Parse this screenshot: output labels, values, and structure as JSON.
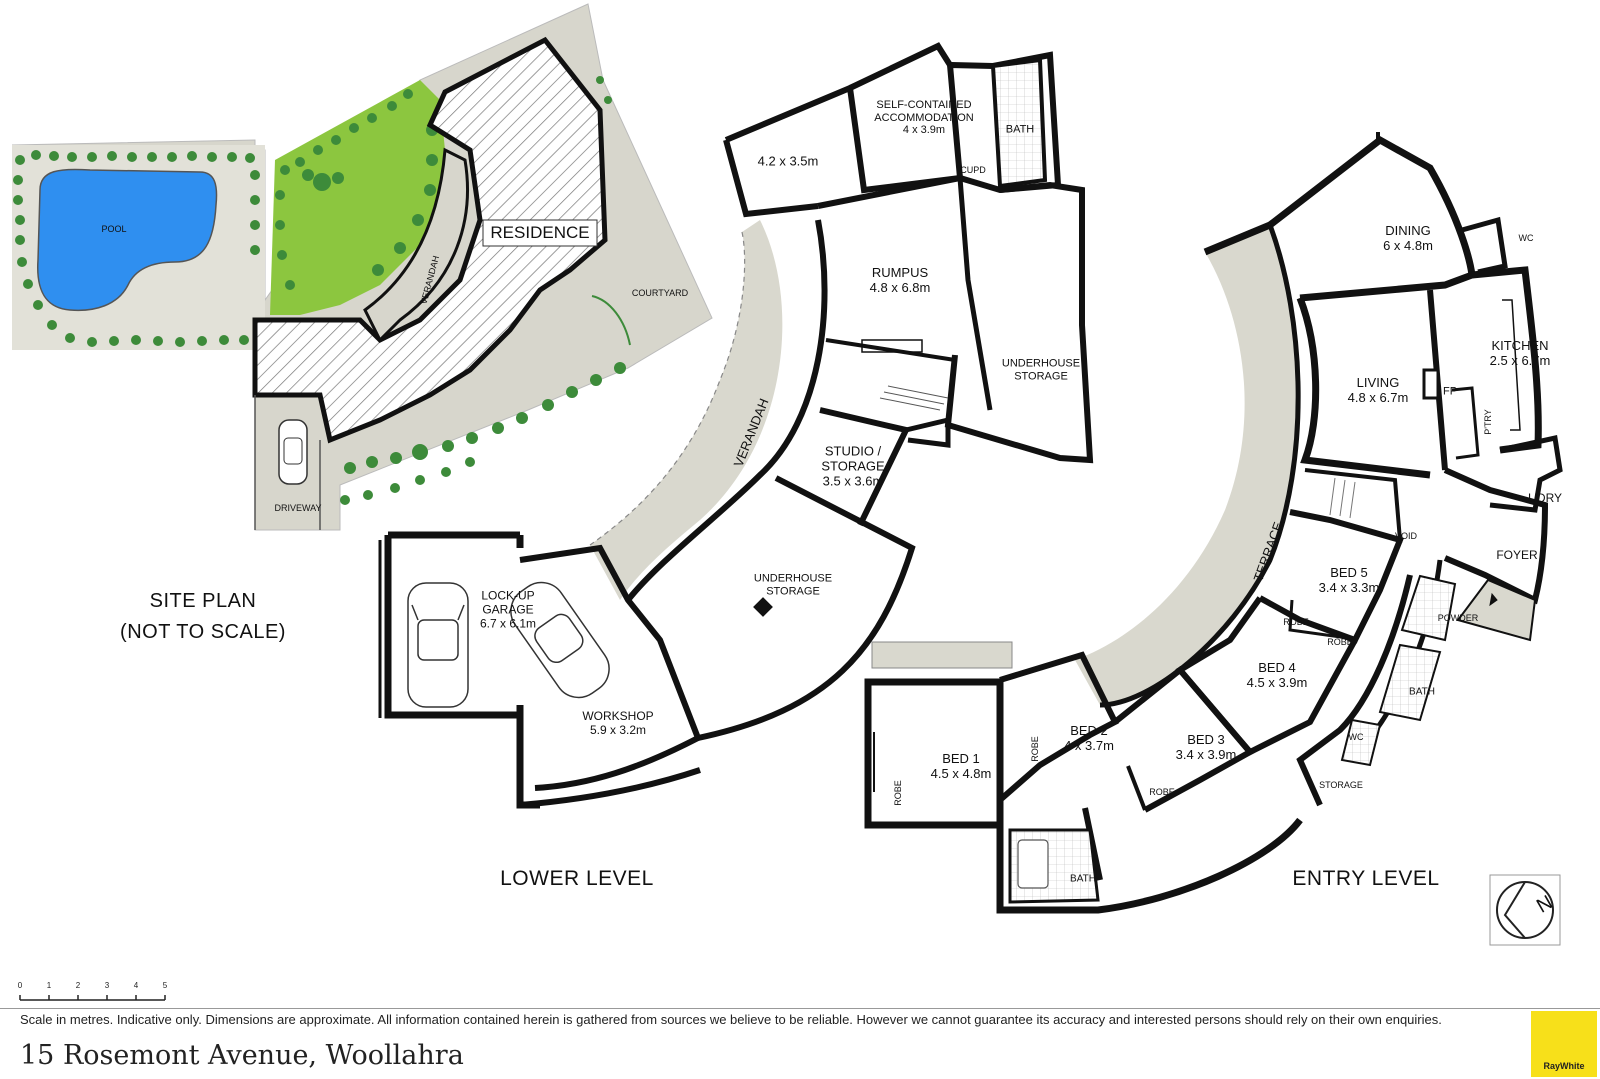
{
  "site_plan": {
    "title": "SITE PLAN",
    "subtitle": "(NOT TO SCALE)",
    "labels": {
      "pool": "POOL",
      "residence": "RESIDENCE",
      "verandah": "VERANDAH",
      "courtyard": "COURTYARD",
      "driveway": "DRIVEWAY"
    }
  },
  "lower_level": {
    "title": "LOWER LEVEL",
    "rooms": [
      {
        "name": "",
        "dim": "4.2 x 3.5m"
      },
      {
        "name": "SELF-CONTAINED ACCOMMODATION",
        "dim": "4 x 3.9m"
      },
      {
        "name": "BATH",
        "dim": ""
      },
      {
        "name": "CUPD",
        "dim": ""
      },
      {
        "name": "RUMPUS",
        "dim": "4.8 x 6.8m"
      },
      {
        "name": "UNDERHOUSE STORAGE",
        "dim": ""
      },
      {
        "name": "VERANDAH",
        "dim": ""
      },
      {
        "name": "STUDIO / STORAGE",
        "dim": "3.5 x 3.6m"
      },
      {
        "name": "UNDERHOUSE STORAGE",
        "dim": ""
      },
      {
        "name": "LOCK-UP GARAGE",
        "dim": "6.7 x 6.1m"
      },
      {
        "name": "WORKSHOP",
        "dim": "5.9 x 3.2m"
      }
    ]
  },
  "entry_level": {
    "title": "ENTRY LEVEL",
    "rooms": [
      {
        "name": "DINING",
        "dim": "6 x 4.8m"
      },
      {
        "name": "WC",
        "dim": ""
      },
      {
        "name": "KITCHEN",
        "dim": "2.5 x 6.7m"
      },
      {
        "name": "LIVING",
        "dim": "4.8 x 6.7m"
      },
      {
        "name": "FP",
        "dim": ""
      },
      {
        "name": "P'TRY",
        "dim": ""
      },
      {
        "name": "L'DRY",
        "dim": ""
      },
      {
        "name": "FOYER",
        "dim": ""
      },
      {
        "name": "VOID",
        "dim": ""
      },
      {
        "name": "TERRACE",
        "dim": ""
      },
      {
        "name": "BED 5",
        "dim": "3.4 x 3.3m"
      },
      {
        "name": "ROBE",
        "dim": ""
      },
      {
        "name": "ROBE",
        "dim": ""
      },
      {
        "name": "POWDER",
        "dim": ""
      },
      {
        "name": "BED 4",
        "dim": "4.5 x 3.9m"
      },
      {
        "name": "BATH",
        "dim": ""
      },
      {
        "name": "WC",
        "dim": ""
      },
      {
        "name": "STORAGE",
        "dim": ""
      },
      {
        "name": "BED 3",
        "dim": "3.4 x 3.9m"
      },
      {
        "name": "ROBE",
        "dim": ""
      },
      {
        "name": "BED 2",
        "dim": "4 x 3.7m"
      },
      {
        "name": "ROBE",
        "dim": ""
      },
      {
        "name": "BED 1",
        "dim": "4.5 x 4.8m"
      },
      {
        "name": "ROBE",
        "dim": ""
      },
      {
        "name": "BATH",
        "dim": ""
      }
    ]
  },
  "scale_bar": {
    "ticks": [
      "0",
      "1",
      "2",
      "3",
      "4",
      "5"
    ]
  },
  "compass": {
    "label": "N"
  },
  "footer": {
    "disclaimer": "Scale in metres. Indicative only. Dimensions are approximate. All information contained herein is gathered from sources we believe to be reliable. However we cannot guarantee its accuracy and interested persons should rely on their own enquiries.",
    "address": "15 Rosemont Avenue, Woollahra",
    "brand": "RayWhite"
  },
  "colors": {
    "wall": "#111111",
    "terrace_fill": "#d9d8ce",
    "site_ground": "#d7d6cc",
    "lawn": "#8cc63f",
    "pool_water": "#2f8ff0",
    "hedge": "#3d8b3a",
    "brand_yellow": "#f7e01a"
  }
}
